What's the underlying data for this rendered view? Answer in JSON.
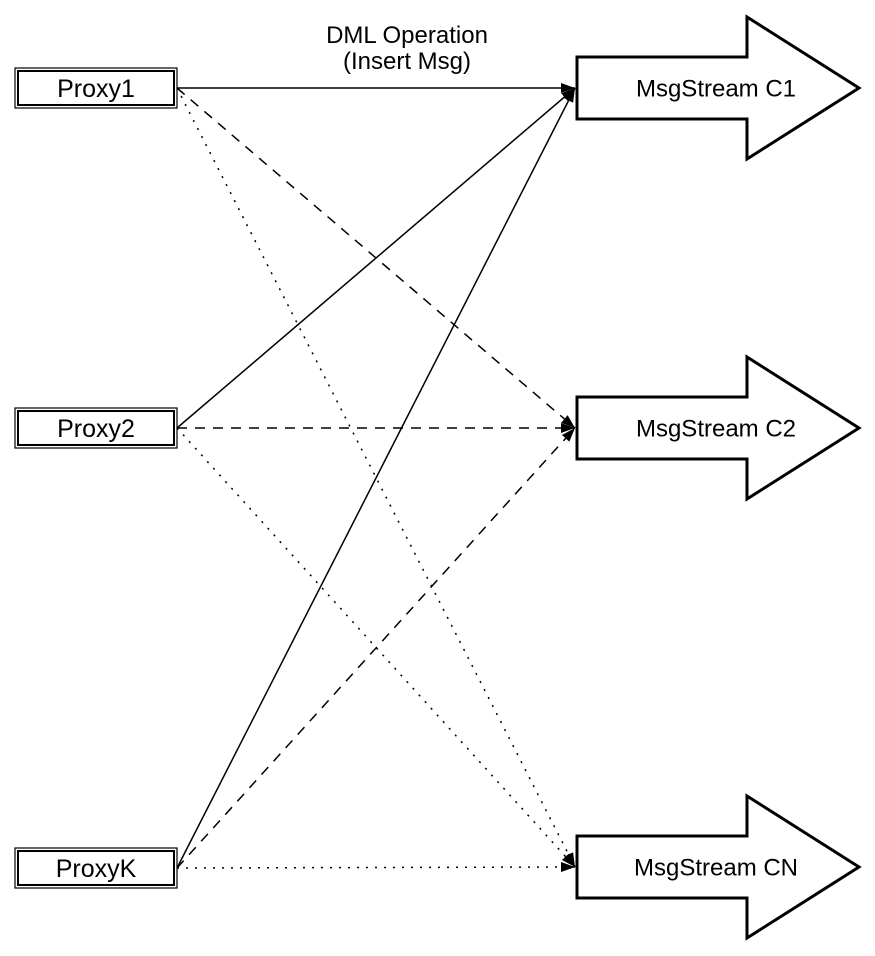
{
  "diagram": {
    "background_color": "#ffffff",
    "stroke_color": "#000000",
    "fill_color": "#ffffff",
    "edge_label": {
      "line1": "DML Operation",
      "line2": "(Insert Msg)"
    },
    "proxies": [
      {
        "label": "Proxy1"
      },
      {
        "label": "Proxy2"
      },
      {
        "label": "ProxyK"
      }
    ],
    "streams": [
      {
        "label": "MsgStream C1"
      },
      {
        "label": "MsgStream C2"
      },
      {
        "label": "MsgStream CN"
      }
    ],
    "edges": [
      {
        "from": "Proxy1",
        "to": "MsgStream C1",
        "style": "solid",
        "label": "DML Operation (Insert Msg)"
      },
      {
        "from": "Proxy1",
        "to": "MsgStream C2",
        "style": "dashed",
        "label": ""
      },
      {
        "from": "Proxy1",
        "to": "MsgStream CN",
        "style": "dotted",
        "label": ""
      },
      {
        "from": "Proxy2",
        "to": "MsgStream C1",
        "style": "solid",
        "label": ""
      },
      {
        "from": "Proxy2",
        "to": "MsgStream C2",
        "style": "dashed",
        "label": ""
      },
      {
        "from": "Proxy2",
        "to": "MsgStream CN",
        "style": "dotted",
        "label": ""
      },
      {
        "from": "ProxyK",
        "to": "MsgStream C1",
        "style": "solid",
        "label": ""
      },
      {
        "from": "ProxyK",
        "to": "MsgStream C2",
        "style": "dashed",
        "label": ""
      },
      {
        "from": "ProxyK",
        "to": "MsgStream CN",
        "style": "dotted",
        "label": ""
      }
    ]
  }
}
